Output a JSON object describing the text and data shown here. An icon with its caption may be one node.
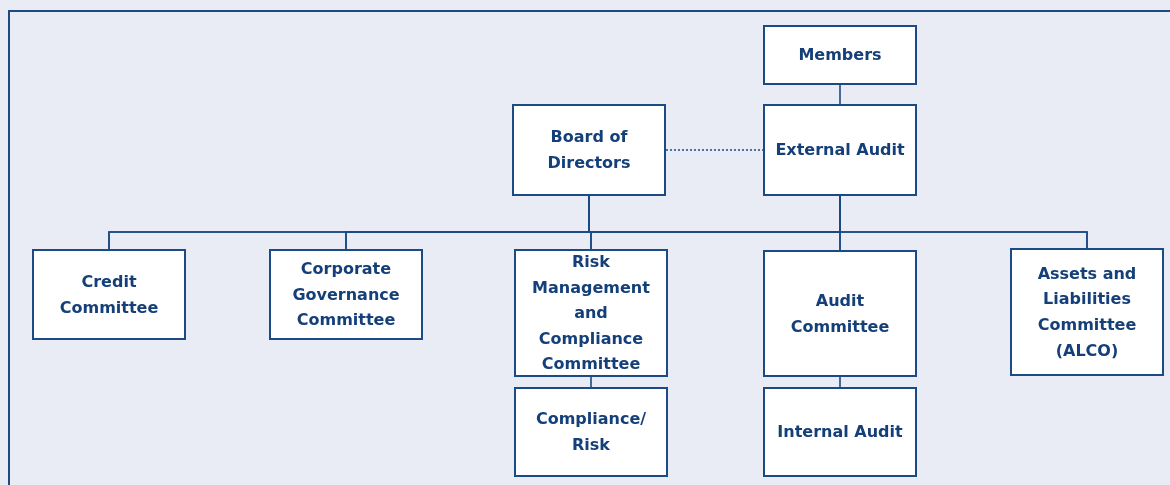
{
  "diagram": {
    "nodes": [
      {
        "text": [
          "Members"
        ]
      },
      {
        "text": [
          "Board of Directors"
        ]
      },
      {
        "text": [
          "External Audit"
        ]
      },
      {
        "text": [
          "Credit Committee"
        ]
      },
      {
        "text": [
          "Corporate Governance Committee"
        ]
      },
      {
        "text": [
          "Risk Management and Compliance Committee"
        ]
      },
      {
        "text": [
          "Audit Committee"
        ]
      },
      {
        "text": [
          "Assets and Liabilities Committee (ALCO)"
        ]
      },
      {
        "text": [
          "Compliance/ Risk"
        ]
      },
      {
        "text": [
          "Internal Audit"
        ]
      }
    ],
    "edges": [
      {
        "from": 0,
        "to": 2,
        "arrow": "none"
      },
      {
        "from": 1,
        "to": 2,
        "arrow": "none",
        "style": "dashed"
      },
      {
        "from": 1,
        "to": 3,
        "arrow": "none"
      },
      {
        "from": 1,
        "to": 4,
        "arrow": "none"
      },
      {
        "from": 1,
        "to": 5,
        "arrow": "none"
      },
      {
        "from": 1,
        "to": 6,
        "arrow": "none"
      },
      {
        "from": 1,
        "to": 7,
        "arrow": "none"
      },
      {
        "from": 2,
        "to": 3,
        "arrow": "none"
      },
      {
        "from": 2,
        "to": 4,
        "arrow": "none"
      },
      {
        "from": 2,
        "to": 5,
        "arrow": "none"
      },
      {
        "from": 2,
        "to": 6,
        "arrow": "none"
      },
      {
        "from": 2,
        "to": 7,
        "arrow": "none"
      },
      {
        "from": 5,
        "to": 8,
        "arrow": "none"
      },
      {
        "from": 6,
        "to": 9,
        "arrow": "none"
      }
    ]
  }
}
